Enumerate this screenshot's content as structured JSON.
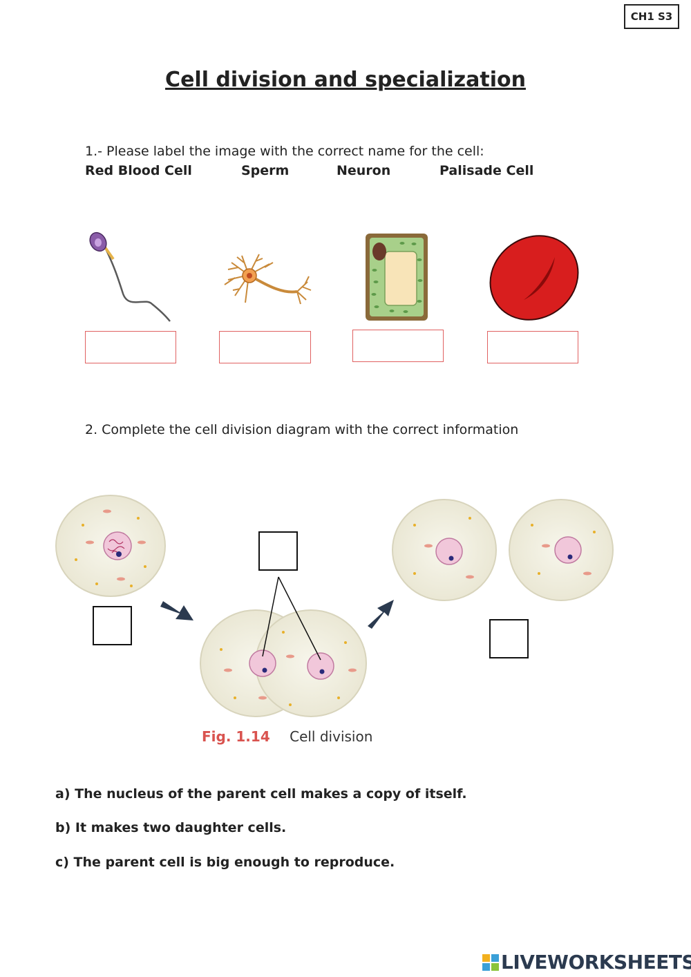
{
  "tag": "CH1 S3",
  "title": "Cell division and specialization",
  "question1": {
    "prompt": "1.- Please label the  image with the correct name for the cell:",
    "words": [
      "Red Blood Cell",
      "Sperm",
      "Neuron",
      "Palisade Cell"
    ]
  },
  "question2": {
    "prompt": "2. Complete the cell division  diagram with the correct information"
  },
  "figure": {
    "fig_label": "Fig. 1.14",
    "caption": "Cell division"
  },
  "statements": [
    "a) The nucleus of the parent cell makes a copy of itself.",
    "b) It makes two daughter cells.",
    "c) The parent cell is big enough to reproduce."
  ],
  "brand": "LIVEWORKSHEETS",
  "colors": {
    "answer_box_border": "#e06060",
    "fig_label": "#d9534f",
    "red_blood_cell": "#d81e1e",
    "palisade_wall": "#8a6a3a",
    "palisade_cytoplasm": "#a8d08a",
    "cell_body": "#f0eedf"
  }
}
